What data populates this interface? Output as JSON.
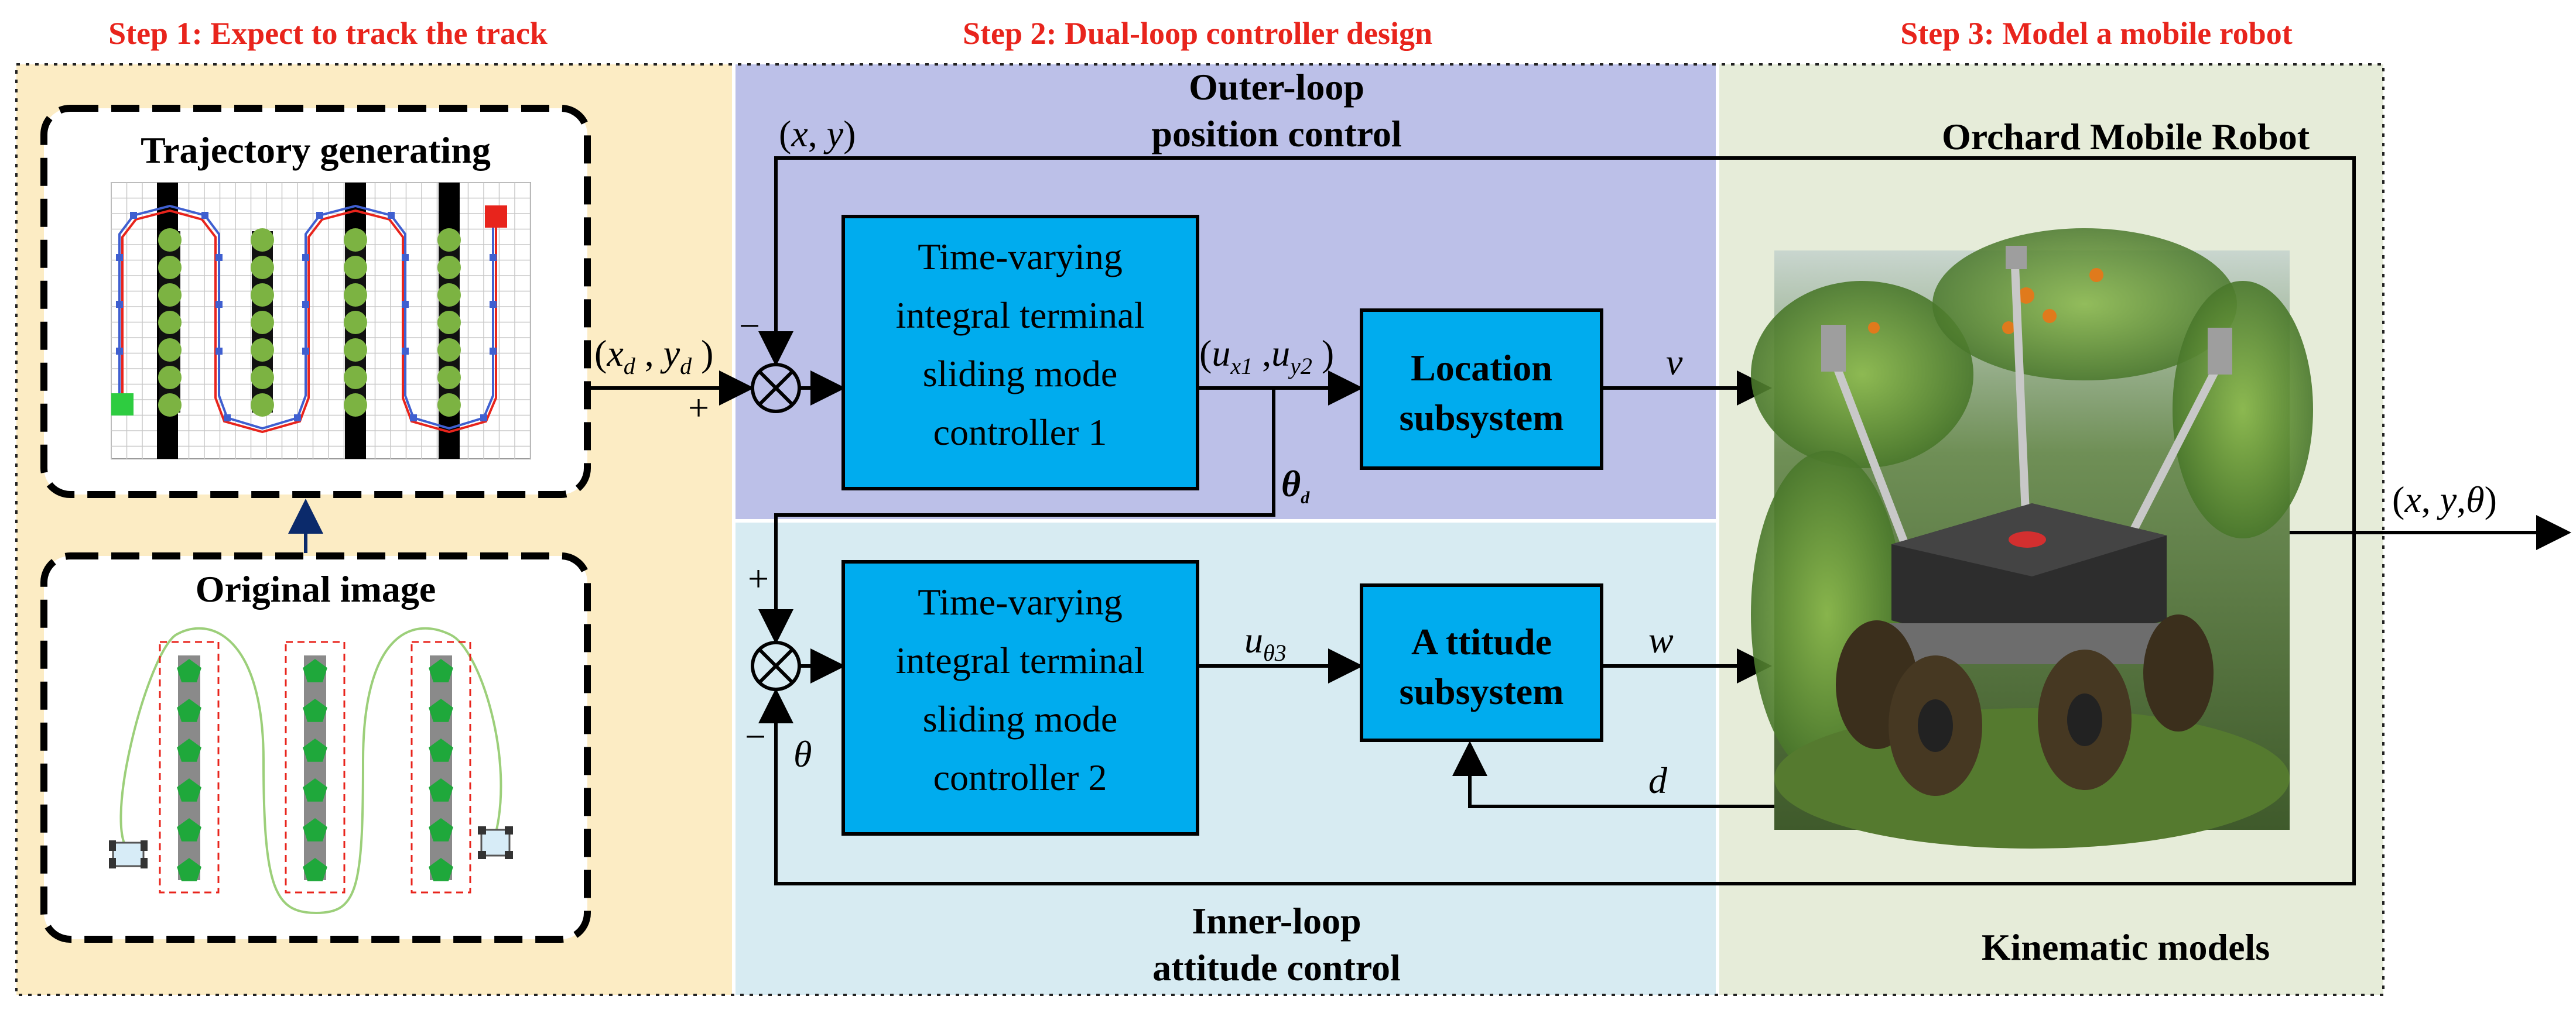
{
  "steps": {
    "step1": "Step 1: Expect to track the track",
    "step2": "Step 2: Dual-loop controller design",
    "step3": "Step 3: Model a mobile robot"
  },
  "panel1": {
    "trajectory_title": "Trajectory generating",
    "original_title": "Original image"
  },
  "outer_loop": {
    "line1": "Outer-loop",
    "line2": "position control"
  },
  "inner_loop": {
    "line1": "Inner-loop",
    "line2": "attitude control"
  },
  "controller1": {
    "lines": [
      "Time-varying",
      "integral terminal",
      "sliding mode",
      "controller 1"
    ]
  },
  "controller2": {
    "lines": [
      "Time-varying",
      "integral terminal",
      "sliding mode",
      "controller 2"
    ]
  },
  "location_subsystem": {
    "lines": [
      "Location",
      "subsystem"
    ]
  },
  "attitude_subsystem": {
    "lines": [
      "A ttitude",
      "subsystem"
    ]
  },
  "robot_title": "Orchard Mobile Robot",
  "kinematic_label": "Kinematic models",
  "signals": {
    "xy": "(x, y)",
    "xd_yd": "(x_d , y_d )",
    "ux1_uy2": "(u_x1 ,u_y2 )",
    "theta_d": "θ_d",
    "u_theta3": "u_θ3",
    "v": "v",
    "w": "w",
    "d": "d",
    "theta": "θ",
    "output": "(x, y, θ)",
    "minus": "−",
    "plus": "+"
  },
  "colors": {
    "step_red": "#e8241c",
    "panel1_bg": "#fcecc4",
    "outer_bg": "#bcc0e8",
    "inner_bg": "#d7ebf2",
    "panel3_bg": "#e6ecd9",
    "block_fill": "#00acee",
    "obstacle": "#000000",
    "tree_green": "#7cb342",
    "start_green": "#2ecc40",
    "end_red": "#e8241c",
    "path_blue": "#3f5fd0"
  }
}
